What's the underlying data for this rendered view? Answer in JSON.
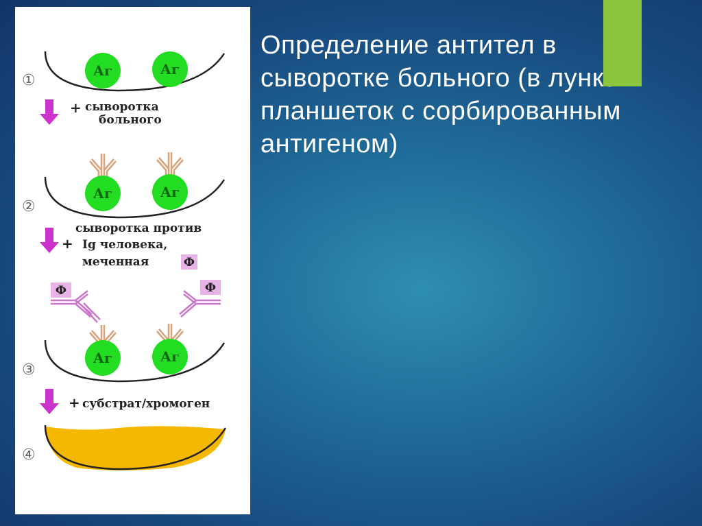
{
  "slide": {
    "title": "Определение антител в сыворотке больного (в лунках планшеток с сорбированным антигеном)",
    "colors": {
      "background": "#1f6a98",
      "accent_bar": "#8cc63f",
      "antigen": "#22dd22",
      "antibody": "#d9a27a",
      "labeled_antibody": "#cc77cc",
      "arrow": "#cc33cc",
      "substrate_fill": "#f5b800"
    }
  },
  "diagram": {
    "antigen_label": "Аг",
    "enzyme_label": "Ф",
    "steps": [
      {
        "number": "①"
      },
      {
        "number": "②"
      },
      {
        "number": "③"
      },
      {
        "number": "④"
      }
    ],
    "transitions": [
      {
        "plus": "+",
        "lines": [
          "сыворотка",
          "больного"
        ]
      },
      {
        "plus": "+",
        "lines": [
          "сыворотка против",
          "Ig человека,",
          "меченная"
        ]
      },
      {
        "plus": "+",
        "lines": [
          "субстрат/хромоген"
        ]
      }
    ]
  }
}
